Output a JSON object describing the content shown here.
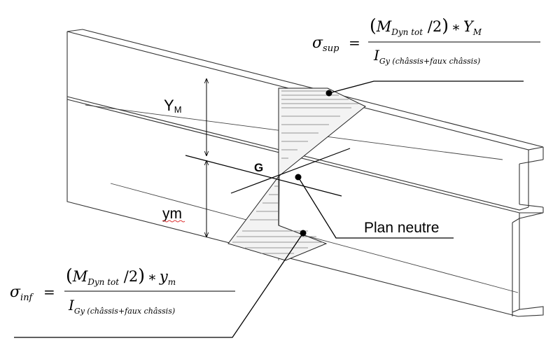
{
  "labels": {
    "y_upper_main": "Y",
    "y_upper_sub": "M",
    "y_lower": "ym",
    "centroid": "G",
    "neutral_plane": "Plan neutre"
  },
  "formula_sup": {
    "lhs_symbol": "σ",
    "lhs_sub": "sup",
    "eq": "=",
    "num_open": "(",
    "num_M": "M",
    "num_M_sub": "Dyn tot",
    "num_div": " /2",
    "num_close": ")",
    "num_times": "∗",
    "num_Y": "Y",
    "num_Y_sub": "M",
    "den_I": "I",
    "den_sub": "Gy (châssis+faux châssis)"
  },
  "formula_inf": {
    "lhs_symbol": "σ",
    "lhs_sub": "inf",
    "eq": "=",
    "num_open": "(",
    "num_M": "M",
    "num_M_sub": "Dyn tot",
    "num_div": " /2",
    "num_close": ")",
    "num_times": "∗",
    "num_y": "y",
    "num_y_sub": "m",
    "den_I": "I",
    "den_sub": "Gy (châssis+faux châssis)"
  },
  "colors": {
    "line": "#000000",
    "hatch": "#555555",
    "beam": "#333333"
  }
}
